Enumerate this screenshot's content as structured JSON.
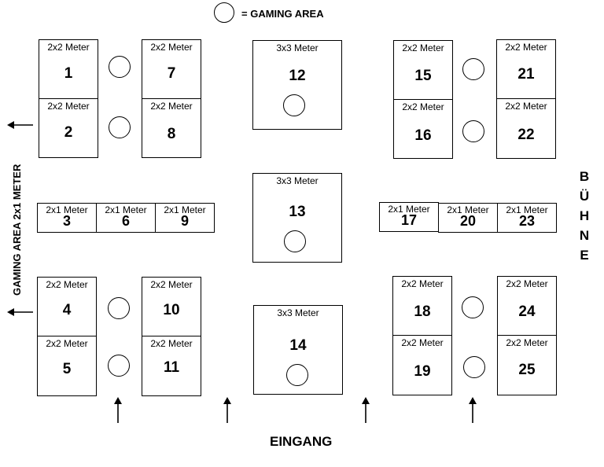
{
  "legend": {
    "label": "= GAMING AREA"
  },
  "side_label": "GAMING AREA 2x1 METER",
  "stage_letters": [
    "B",
    "Ü",
    "H",
    "N",
    "E"
  ],
  "entrance_label": "EINGANG",
  "booths": {
    "b1": {
      "size": "2x2 Meter",
      "number": "1"
    },
    "b2": {
      "size": "2x2 Meter",
      "number": "2"
    },
    "b3": {
      "size": "2x1 Meter",
      "number": "3"
    },
    "b4": {
      "size": "2x2 Meter",
      "number": "4"
    },
    "b5": {
      "size": "2x2 Meter",
      "number": "5"
    },
    "b6": {
      "size": "2x1 Meter",
      "number": "6"
    },
    "b7": {
      "size": "2x2 Meter",
      "number": "7"
    },
    "b8": {
      "size": "2x2 Meter",
      "number": "8"
    },
    "b9": {
      "size": "2x1 Meter",
      "number": "9"
    },
    "b10": {
      "size": "2x2 Meter",
      "number": "10"
    },
    "b11": {
      "size": "2x2 Meter",
      "number": "11"
    },
    "b12": {
      "size": "3x3 Meter",
      "number": "12"
    },
    "b13": {
      "size": "3x3 Meter",
      "number": "13"
    },
    "b14": {
      "size": "3x3 Meter",
      "number": "14"
    },
    "b15": {
      "size": "2x2 Meter",
      "number": "15"
    },
    "b16": {
      "size": "2x2 Meter",
      "number": "16"
    },
    "b17": {
      "size": "2x1 Meter",
      "number": "17"
    },
    "b18": {
      "size": "2x2 Meter",
      "number": "18"
    },
    "b19": {
      "size": "2x2 Meter",
      "number": "19"
    },
    "b20": {
      "size": "2x1 Meter",
      "number": "20"
    },
    "b21": {
      "size": "2x2 Meter",
      "number": "21"
    },
    "b22": {
      "size": "2x2 Meter",
      "number": "22"
    },
    "b23": {
      "size": "2x1 Meter",
      "number": "23"
    },
    "b24": {
      "size": "2x2 Meter",
      "number": "24"
    },
    "b25": {
      "size": "2x2 Meter",
      "number": "25"
    }
  }
}
